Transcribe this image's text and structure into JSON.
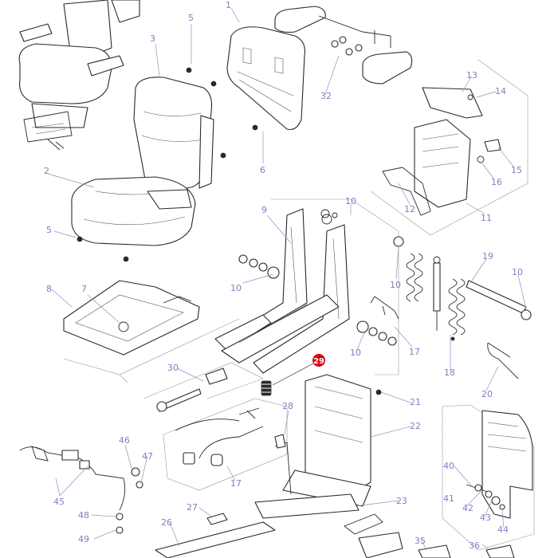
{
  "diagram": {
    "highlighted_callout": "29",
    "callouts": [
      {
        "id": "c-1",
        "text": "1"
      },
      {
        "id": "c-2",
        "text": "2"
      },
      {
        "id": "c-3",
        "text": "3"
      },
      {
        "id": "c-5a",
        "text": "5"
      },
      {
        "id": "c-5b",
        "text": "5"
      },
      {
        "id": "c-6",
        "text": "6"
      },
      {
        "id": "c-7",
        "text": "7"
      },
      {
        "id": "c-8",
        "text": "8"
      },
      {
        "id": "c-9",
        "text": "9"
      },
      {
        "id": "c-10a",
        "text": "10"
      },
      {
        "id": "c-10b",
        "text": "10"
      },
      {
        "id": "c-10c",
        "text": "10"
      },
      {
        "id": "c-10d",
        "text": "10"
      },
      {
        "id": "c-10e",
        "text": "10"
      },
      {
        "id": "c-11",
        "text": "11"
      },
      {
        "id": "c-12",
        "text": "12"
      },
      {
        "id": "c-13",
        "text": "13"
      },
      {
        "id": "c-14",
        "text": "14"
      },
      {
        "id": "c-15",
        "text": "15"
      },
      {
        "id": "c-16",
        "text": "16"
      },
      {
        "id": "c-17a",
        "text": "17"
      },
      {
        "id": "c-17b",
        "text": "17"
      },
      {
        "id": "c-18",
        "text": "18"
      },
      {
        "id": "c-19",
        "text": "19"
      },
      {
        "id": "c-20",
        "text": "20"
      },
      {
        "id": "c-21",
        "text": "21"
      },
      {
        "id": "c-22",
        "text": "22"
      },
      {
        "id": "c-23",
        "text": "23"
      },
      {
        "id": "c-26",
        "text": "26"
      },
      {
        "id": "c-27",
        "text": "27"
      },
      {
        "id": "c-28",
        "text": "28"
      },
      {
        "id": "c-29",
        "text": "29"
      },
      {
        "id": "c-30",
        "text": "30"
      },
      {
        "id": "c-32",
        "text": "32"
      },
      {
        "id": "c-35",
        "text": "35"
      },
      {
        "id": "c-36",
        "text": "36"
      },
      {
        "id": "c-40",
        "text": "40"
      },
      {
        "id": "c-41",
        "text": "41"
      },
      {
        "id": "c-42",
        "text": "42"
      },
      {
        "id": "c-43",
        "text": "43"
      },
      {
        "id": "c-44",
        "text": "44"
      },
      {
        "id": "c-45",
        "text": "45"
      },
      {
        "id": "c-46",
        "text": "46"
      },
      {
        "id": "c-47",
        "text": "47"
      },
      {
        "id": "c-48",
        "text": "48"
      },
      {
        "id": "c-49",
        "text": "49"
      }
    ]
  }
}
